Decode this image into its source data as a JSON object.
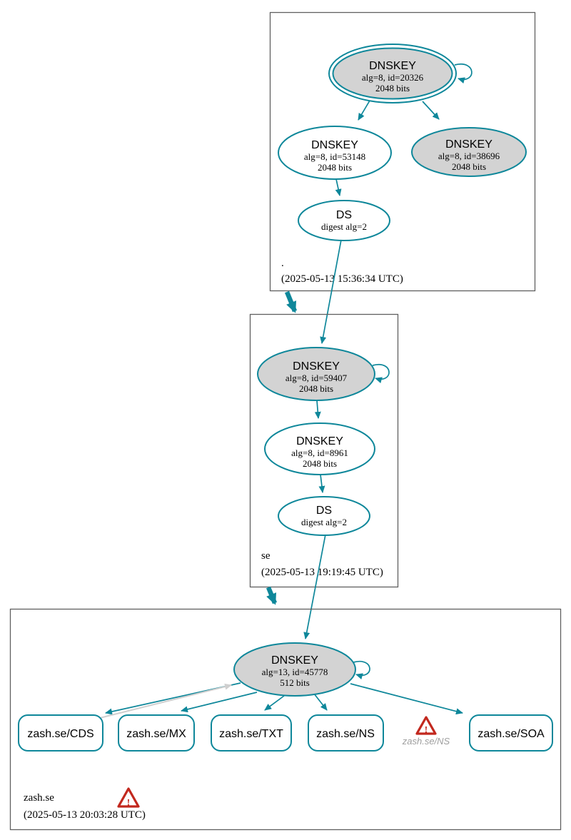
{
  "diagram_type": "dnssec-authentication-chain-graph",
  "colors": {
    "secure_edge_teal": "#0e879a",
    "node_fill_gray": "#d3d3d3",
    "node_fill_white": "#ffffff",
    "cluster_border_gray": "#606060",
    "warning_red": "#c2281e",
    "insecure_edge_gray": "#cfcfcf",
    "missing_label_gray": "#9e9e9e",
    "text_black": "#000000"
  },
  "icons": {
    "warning_exclamation": "!"
  },
  "zones": {
    "root": {
      "name": ".",
      "timestamp": "(2025-05-13 15:36:34 UTC)",
      "nodes": {
        "ksk": {
          "title": "DNSKEY",
          "detail": "alg=8, id=20326",
          "bits": "2048 bits"
        },
        "zsk": {
          "title": "DNSKEY",
          "detail": "alg=8, id=53148",
          "bits": "2048 bits"
        },
        "standby": {
          "title": "DNSKEY",
          "detail": "alg=8, id=38696",
          "bits": "2048 bits"
        },
        "ds": {
          "title": "DS",
          "detail": "digest alg=2"
        }
      }
    },
    "se": {
      "name": "se",
      "timestamp": "(2025-05-13 19:19:45 UTC)",
      "nodes": {
        "ksk": {
          "title": "DNSKEY",
          "detail": "alg=8, id=59407",
          "bits": "2048 bits"
        },
        "zsk": {
          "title": "DNSKEY",
          "detail": "alg=8, id=8961",
          "bits": "2048 bits"
        },
        "ds": {
          "title": "DS",
          "detail": "digest alg=2"
        }
      }
    },
    "zash": {
      "name": "zash.se",
      "timestamp": "(2025-05-13 20:03:28 UTC)",
      "nodes": {
        "ksk": {
          "title": "DNSKEY",
          "detail": "alg=13, id=45778",
          "bits": "512 bits"
        }
      },
      "rrsets": [
        {
          "label": "zash.se/CDS"
        },
        {
          "label": "zash.se/MX"
        },
        {
          "label": "zash.se/TXT"
        },
        {
          "label": "zash.se/NS"
        },
        {
          "label": "zash.se/SOA"
        }
      ],
      "missing": {
        "label": "zash.se/NS"
      }
    }
  }
}
